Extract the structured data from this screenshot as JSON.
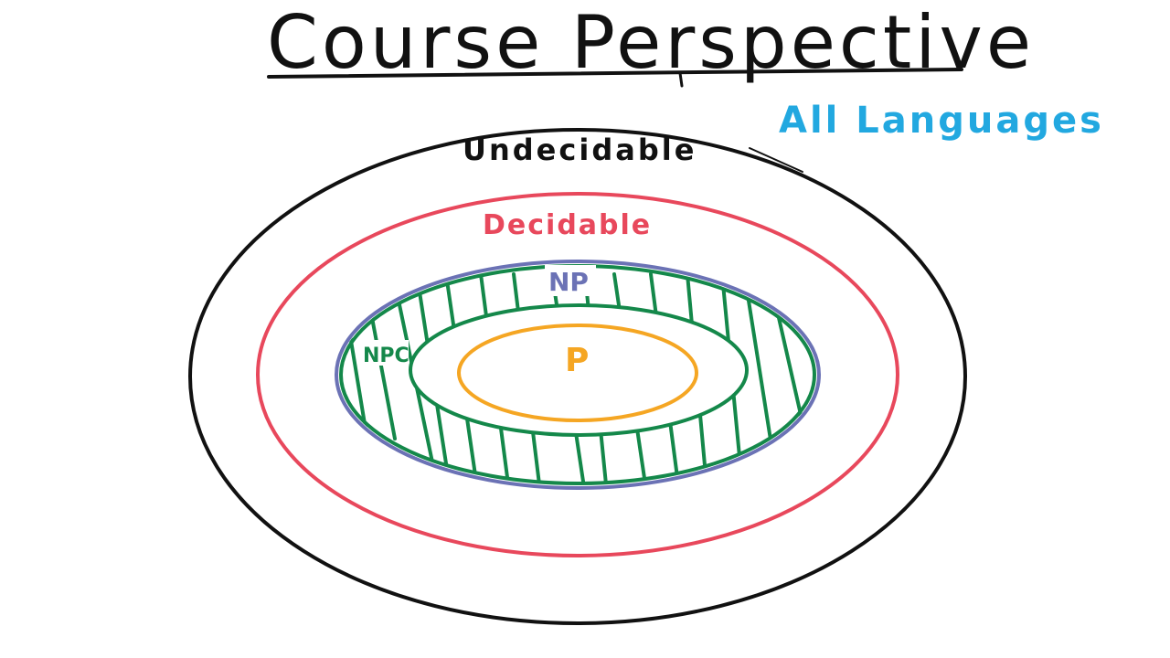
{
  "title": "Course Perspective",
  "diagram": {
    "all_languages_label": "All Languages",
    "regions": [
      {
        "id": "undecidable",
        "label": "Undecidable",
        "color": "#111111"
      },
      {
        "id": "decidable",
        "label": "Decidable",
        "color": "#e8485c"
      },
      {
        "id": "np",
        "label": "NP",
        "color": "#6b72b5"
      },
      {
        "id": "npc",
        "label": "NPC",
        "color": "#14884a"
      },
      {
        "id": "p",
        "label": "P",
        "color": "#f5a623"
      }
    ],
    "colors": {
      "all_languages": "#22a8e0",
      "title": "#111111"
    }
  }
}
